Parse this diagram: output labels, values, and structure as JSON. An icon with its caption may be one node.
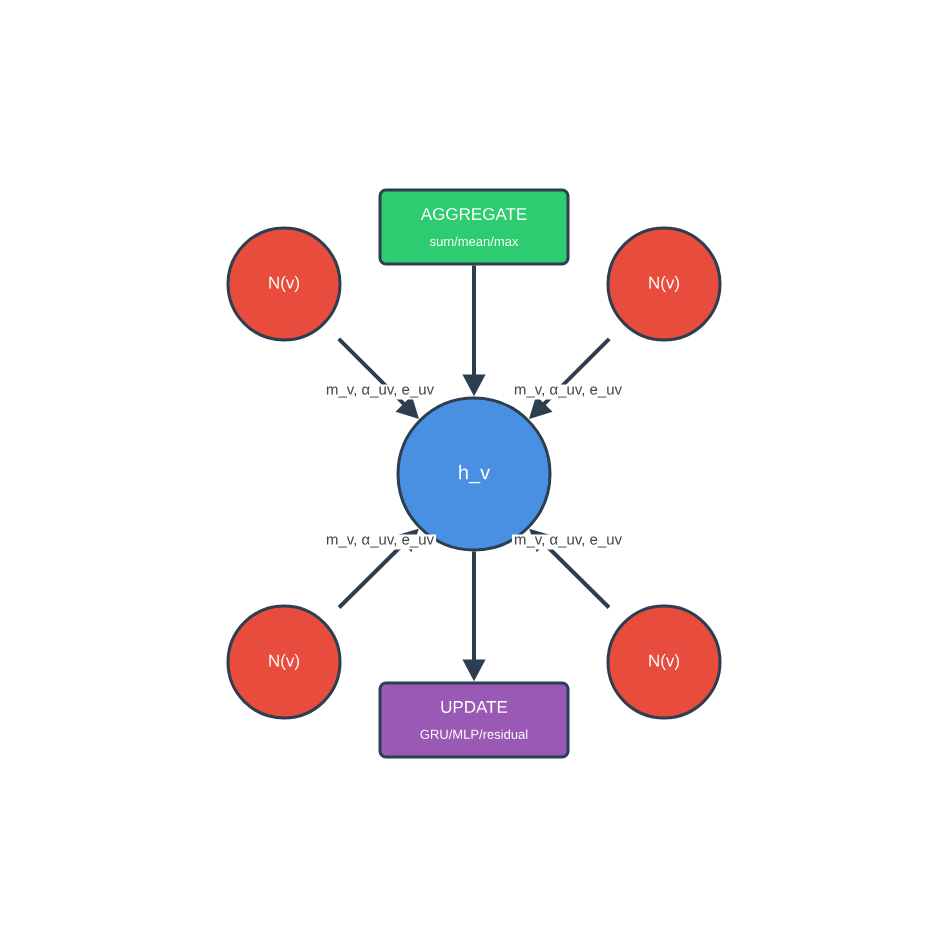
{
  "diagram": {
    "nodes": [
      {
        "text": [
          "AGGREGATE",
          "sum/mean/max"
        ]
      },
      {
        "text": [
          "N(v)"
        ]
      },
      {
        "text": [
          "N(v)"
        ]
      },
      {
        "text": [
          "h_v"
        ]
      },
      {
        "text": [
          "N(v)"
        ]
      },
      {
        "text": [
          "N(v)"
        ]
      },
      {
        "text": [
          "UPDATE",
          "GRU/MLP/residual"
        ]
      }
    ],
    "edges": [
      {
        "from": 1,
        "to": 3,
        "arrow": "to",
        "label": "m_v, α_uv, e_uv"
      },
      {
        "from": 2,
        "to": 3,
        "arrow": "to",
        "label": "m_v, α_uv, e_uv"
      },
      {
        "from": 4,
        "to": 3,
        "arrow": "to",
        "label": "m_v, α_uv, e_uv"
      },
      {
        "from": 5,
        "to": 3,
        "arrow": "to",
        "label": "m_v, α_uv, e_uv"
      },
      {
        "from": 0,
        "to": 3,
        "arrow": "to"
      },
      {
        "from": 3,
        "to": 6,
        "arrow": "to"
      }
    ]
  }
}
